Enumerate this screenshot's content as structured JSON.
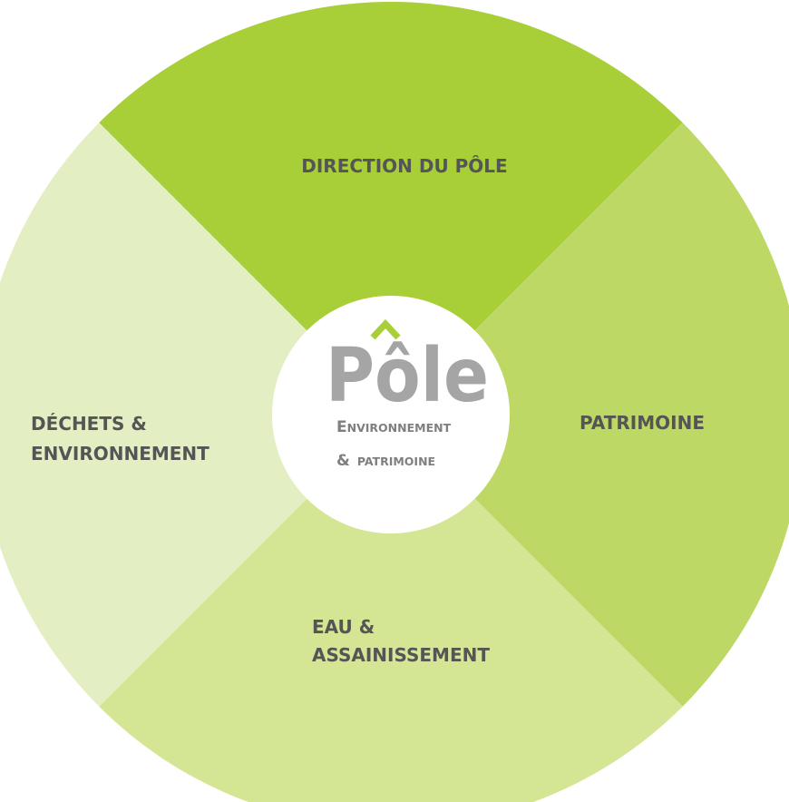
{
  "segments": [
    {
      "id": "direction",
      "label_lines": [
        "DIRECTION DU PÔLE"
      ],
      "color": "#a8cf38"
    },
    {
      "id": "patrimoine",
      "label_lines": [
        "PATRIMOINE"
      ],
      "color": "#bdd864"
    },
    {
      "id": "eau",
      "label_lines": [
        "EAU &",
        "ASSAINISSEMENT"
      ],
      "color": "#d4e594"
    },
    {
      "id": "dechets",
      "label_lines": [
        "DÉCHETS &",
        "ENVIRONNEMENT"
      ],
      "color": "#e4eec3"
    }
  ],
  "center_logo": {
    "word": "Pôle",
    "line1_initial": "E",
    "line1_rest": "NVIRONNEMENT",
    "line2_amp": "&",
    "line2_rest": "PATRIMOINE",
    "accent_color": "#a8cf38",
    "text_color": "#a5a5a5"
  }
}
